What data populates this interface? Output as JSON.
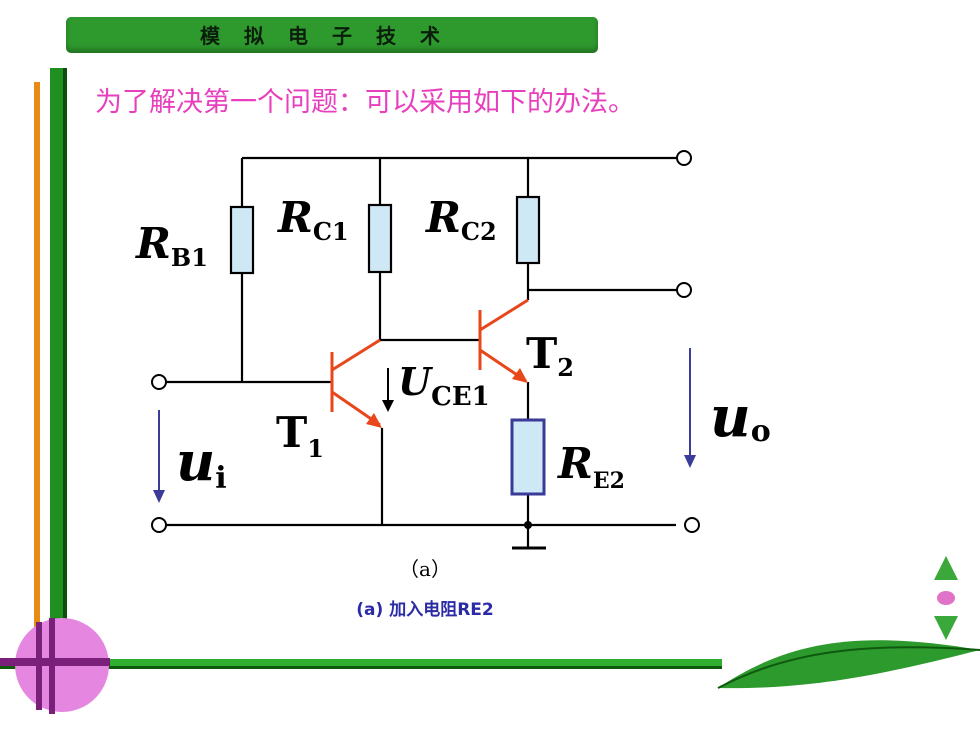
{
  "header": {
    "title": "模拟电子技术"
  },
  "heading": "为了解决第一个问题：可以采用如下的办法。",
  "figure": {
    "label": "（a）",
    "caption": "(a)  加入电阻RE2",
    "labels": {
      "rb1_main": "R",
      "rb1_sub": "B1",
      "rc1_main": "R",
      "rc1_sub": "C1",
      "rc2_main": "R",
      "rc2_sub": "C2",
      "re2_main": "R",
      "re2_sub": "E2",
      "t1_main": "T",
      "t1_sub": "1",
      "t2_main": "T",
      "t2_sub": "2",
      "uce1_main": "U",
      "uce1_sub": "CE1",
      "ui_main": "u",
      "ui_sub": "i",
      "uo_main": "u",
      "uo_sub": "o"
    }
  },
  "colors": {
    "header_bg": "#2e9a2e",
    "heading": "#e73fbd",
    "caption": "#2b2ba6",
    "transistor": "#e8461b",
    "resistor_fill": "#cfe8f5",
    "arrow": "#3b3b9a"
  },
  "nav": {
    "up_icon": "triangle-up-icon",
    "home_icon": "dot-icon",
    "down_icon": "triangle-down-icon"
  }
}
